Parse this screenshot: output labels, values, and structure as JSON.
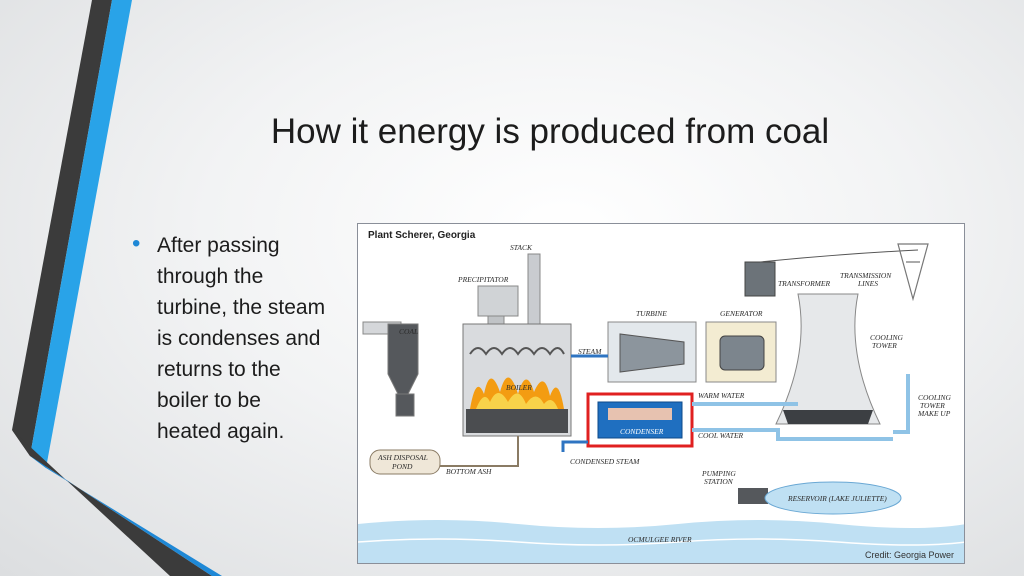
{
  "slide": {
    "title": "How it energy is produced from coal",
    "bullets": [
      {
        "text": "After passing through the turbine, the steam is condenses and returns to the boiler to be heated again."
      }
    ]
  },
  "diagram": {
    "header": "Plant Scherer, Georgia",
    "credit": "Credit: Georgia Power",
    "labels": {
      "stack": "STACK",
      "precipitator": "PRECIPITATOR",
      "coal": "COAL",
      "boiler": "BOILER",
      "turbine": "TURBINE",
      "generator": "GENERATOR",
      "transformer": "TRANSFORMER",
      "transmission_line1": "TRANSMISSION",
      "transmission_line2": "LINES",
      "cooling_tower1": "COOLING",
      "cooling_tower2": "TOWER",
      "makeup1": "COOLING",
      "makeup2": "TOWER",
      "makeup3": "MAKE UP",
      "steam": "STEAM",
      "warm_water": "WARM WATER",
      "cool_water": "COOL WATER",
      "condenser": "CONDENSER",
      "condensed_steam": "CONDENSED STEAM",
      "ash_disposal1": "ASH DISPOSAL",
      "ash_disposal2": "POND",
      "bottom_ash": "BOTTOM ASH",
      "pumping1": "PUMPING",
      "pumping2": "STATION",
      "reservoir": "RESERVOIR (LAKE JULIETTE)",
      "river": "OCMULGEE RIVER"
    }
  },
  "colors": {
    "accent_blue": "#1e88d6",
    "dark_stripe": "#3b3b3b",
    "highlight_red": "#e02020",
    "water_blue": "#8fc3e6",
    "condenser_blue": "#1f6fc0"
  }
}
